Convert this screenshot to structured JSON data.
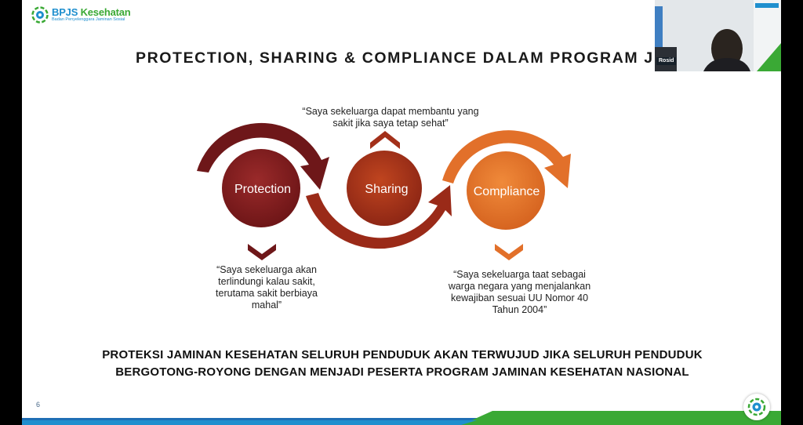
{
  "logo": {
    "name_part1": "BPJS",
    "name_part2": "Kesehatan",
    "tagline": "Badan Penyelenggara Jaminan Sosial"
  },
  "slide": {
    "title": "PROTECTION, SHARING & COMPLIANCE DALAM PROGRAM J",
    "circles": {
      "protection": "Protection",
      "sharing": "Sharing",
      "compliance": "Compliance"
    },
    "quotes": {
      "sharing": "“Saya sekeluarga dapat membantu yang sakit jika saya tetap sehat”",
      "protection": "“Saya sekeluarga akan terlindungi kalau sakit, terutama sakit berbiaya mahal”",
      "compliance": "“Saya sekeluarga taat sebagai warga negara yang menjalankan kewajiban sesuai UU Nomor 40 Tahun 2004”"
    },
    "statement_line1": "PROTEKSI JAMINAN KESEHATAN SELURUH PENDUDUK AKAN TERWUJUD JIKA SELURUH PENDUDUK",
    "statement_line2": "BERGOTONG-ROYONG DENGAN MENJADI PESERTA PROGRAM JAMINAN KESEHATAN NASIONAL",
    "page_number": "6"
  },
  "video": {
    "participant_name": "Rosid"
  },
  "colors": {
    "protection": "#7a1a1c",
    "sharing": "#a3301a",
    "compliance": "#e2702a",
    "brand_blue": "#1f8fce",
    "brand_green": "#3aa935"
  }
}
